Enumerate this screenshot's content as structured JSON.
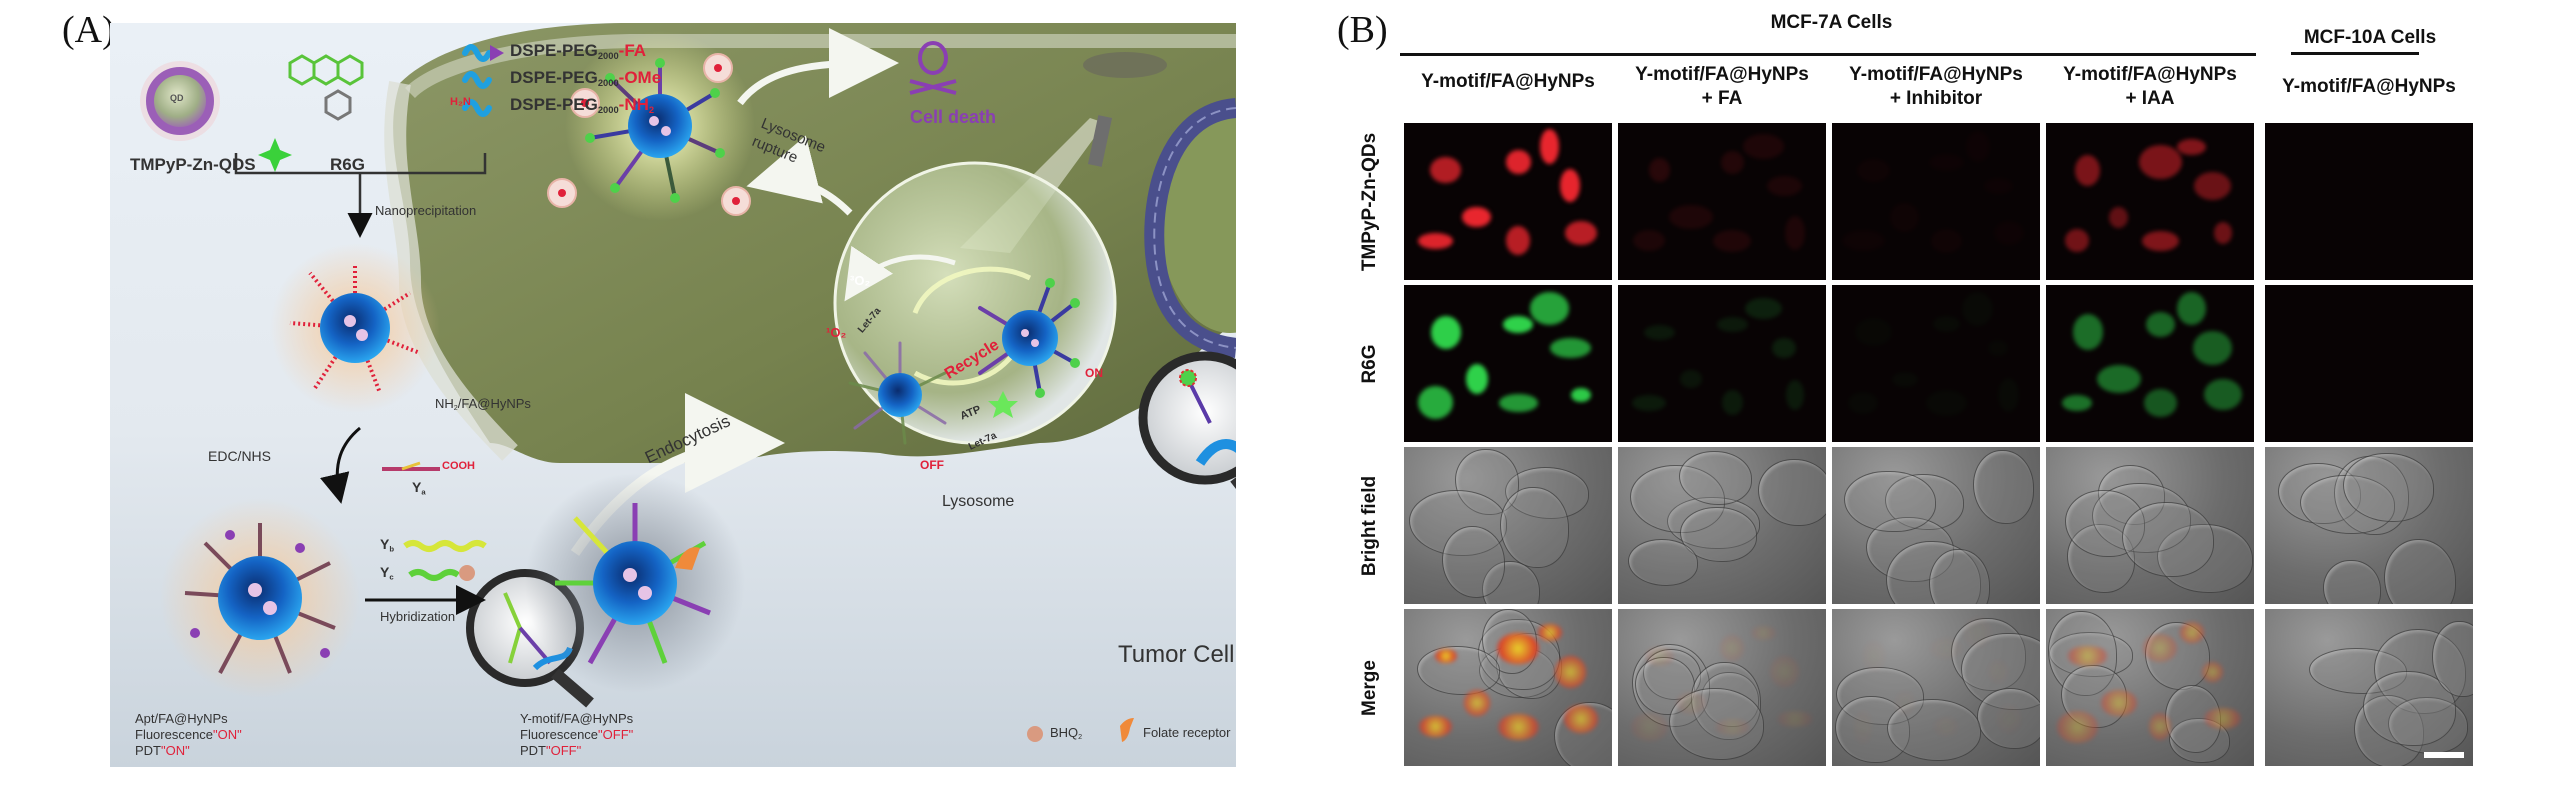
{
  "figure": {
    "panel_labels": {
      "a": "(A)",
      "b": "(B)"
    }
  },
  "panel_a": {
    "reagents": {
      "qds_label": "TMPyP-Zn-QDS",
      "qds_core": "QD",
      "dye_label": "R6G",
      "lipid_prefix": "DSPE-PEG",
      "lipid_sub": "2000",
      "lipids": [
        {
          "suffix": "-FA",
          "color": "#e0213a"
        },
        {
          "suffix": "-OMe",
          "color": "#e0213a"
        },
        {
          "suffix": "-NH",
          "suffix_sub": "2",
          "color": "#e0213a",
          "prefix_tag": "H₂N"
        }
      ]
    },
    "steps": {
      "nanoprecipitation": "Nanoprecipitation",
      "edc_nhs": "EDC/NHS",
      "hybridization": "Hybridization",
      "endocytosis": "Endocytosis",
      "lysosome_rupture_1": "Lysosome",
      "lysosome_rupture_2": "rupture",
      "recycle": "Recycle"
    },
    "strands": {
      "ya": "Y",
      "ya_sub": "a",
      "cooh": "COOH",
      "yb": "Y",
      "yb_sub": "b",
      "yc": "Y",
      "yc_sub": "c"
    },
    "particles": {
      "nh2_fa": {
        "name_pre": "NH",
        "name_sub": "2",
        "name_post": "/FA@HyNPs"
      },
      "apt_fa": {
        "name": "Apt/FA@HyNPs",
        "fluorescence_label": "Fluorescence",
        "fluorescence_state": "\"ON\"",
        "pdt_label": "PDT",
        "pdt_state": "\"ON\""
      },
      "ymotif_fa": {
        "name": "Y-motif/FA@HyNPs",
        "fluorescence_label": "Fluorescence",
        "fluorescence_state": "\"OFF\"",
        "pdt_label": "PDT",
        "pdt_state": "\"OFF\""
      }
    },
    "cell": {
      "cell_death": "Cell death",
      "lysosome": "Lysosome",
      "tumor_cell": "Tumor Cell",
      "singlet_oxygen": "¹O₂",
      "triplet_oxygen": "³O₂",
      "let7a": "Let-7a",
      "atp": "ATP",
      "on": "ON",
      "off": "OFF"
    },
    "legend": [
      {
        "label": "BHQ",
        "label_sub": "2",
        "icon": "bhq-bead",
        "color": "#d99a80"
      },
      {
        "label": "Folate receptor",
        "icon": "folate-receptor",
        "color": "#f08a3a"
      }
    ],
    "colors": {
      "nanoparticle_blue": "#1e90e0",
      "cell_olive": "#7d8a55",
      "halo_orange": "#f6c99a",
      "label_red": "#e0213a",
      "death_purple": "#8a3fb3"
    }
  },
  "panel_b": {
    "groups": [
      {
        "label": "MCF-7A Cells",
        "columns": 4
      },
      {
        "label": "MCF-10A Cells",
        "columns": 1
      }
    ],
    "columns": [
      {
        "line1": "Y-motif/FA@HyNPs",
        "line2": ""
      },
      {
        "line1": "Y-motif/FA@HyNPs",
        "line2": "+ FA"
      },
      {
        "line1": "Y-motif/FA@HyNPs",
        "line2": "+ Inhibitor"
      },
      {
        "line1": "Y-motif/FA@HyNPs",
        "line2": "+ IAA"
      },
      {
        "line1": "Y-motif/FA@HyNPs",
        "line2": ""
      }
    ],
    "rows": [
      {
        "label": "TMPyP-Zn-QDs",
        "channel": "red",
        "color": "#e8262e"
      },
      {
        "label": "R6G",
        "channel": "green",
        "color": "#2fd14a"
      },
      {
        "label": "Bright field",
        "channel": "brightfield",
        "color": "#7a7a7a"
      },
      {
        "label": "Merge",
        "channel": "merge",
        "color": "#e8d22a"
      }
    ],
    "relative_signal": {
      "description": "Visual fluorescence intensity per column (1 = strongest)",
      "values": [
        1.0,
        0.12,
        0.03,
        0.45,
        0.0
      ]
    },
    "scale_bar": "present (unlabeled)"
  }
}
